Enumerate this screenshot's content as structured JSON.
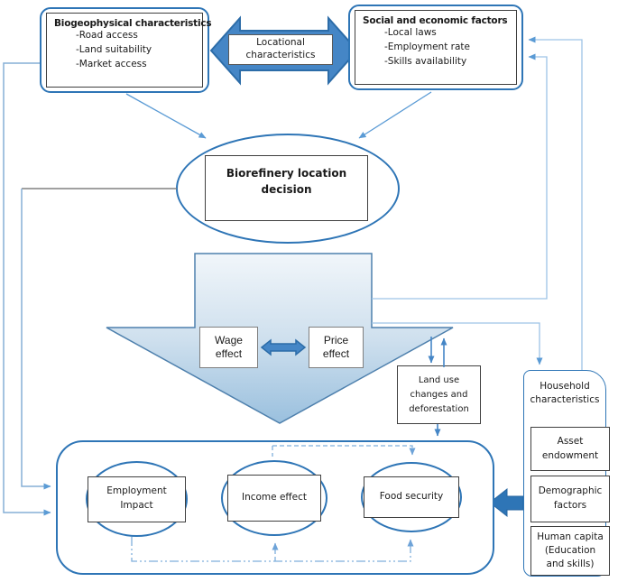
{
  "colors": {
    "primary_blue": "#2e75b6",
    "light_blue": "#9dc3e6",
    "arrow_fill": "#4586c6",
    "line_gray": "#808080"
  },
  "top_left_box": {
    "title": "Biogeophysical characteristics",
    "items": [
      "-Road access",
      "-Land suitability",
      "-Market access"
    ]
  },
  "connector_label_box": {
    "label": "Locational characteristics"
  },
  "top_right_box": {
    "title": "Social and economic factors",
    "items": [
      "-Local laws",
      "-Employment rate",
      "-Skills availability"
    ]
  },
  "decision_node": {
    "label": "Biorefinery location decision"
  },
  "effects": {
    "wage": "Wage effect",
    "price": "Price effect"
  },
  "land_use_box": {
    "label": "Land use changes and deforestation"
  },
  "household_panel": {
    "title": "Household characteristics",
    "boxes": [
      "Asset endowment",
      "Demographic factors",
      "Human capita (Education and skills)"
    ]
  },
  "impact_group": {
    "nodes": [
      "Employment Impact",
      "Income effect",
      "Food security"
    ]
  }
}
